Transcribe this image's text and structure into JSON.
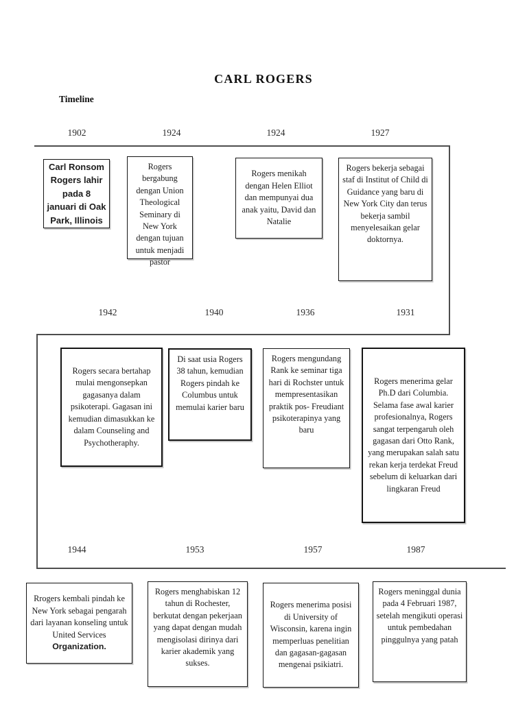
{
  "header": {
    "title": "CARL ROGERS",
    "subtitle": "Timeline"
  },
  "timeline": {
    "rows": [
      {
        "years": [
          "1902",
          "1924",
          "1924",
          "1927"
        ],
        "events": [
          {
            "text": "Carl Ronsom Rogers lahir pada 8 januari di Oak Park, Illinois"
          },
          {
            "text": "Rogers bergabung dengan Union Theological Seminary di New York dengan tujuan untuk menjadi pastor"
          },
          {
            "text": "Rogers menikah dengan Helen Elliot dan mempunyai dua anak yaitu, David dan Natalie"
          },
          {
            "text": "Rogers bekerja sebagai staf di Institut of Child di Guidance yang baru di New York City dan terus bekerja sambil menyelesaikan gelar doktornya."
          }
        ]
      },
      {
        "years": [
          "1942",
          "1940",
          "1936",
          "1931"
        ],
        "events": [
          {
            "text": "Rogers secara bertahap mulai mengonsepkan gagasanya dalam psikoterapi. Gagasan ini kemudian dimasukkan ke dalam Counseling and Psychotheraphy."
          },
          {
            "text": "Di saat usia Rogers 38 tahun, kemudian Rogers pindah ke Columbus untuk memulai karier baru"
          },
          {
            "text": "Rogers mengundang Rank ke seminar tiga hari di Rochster untuk mempresentasikan praktik pos- Freudiant psikoterapinya yang baru"
          },
          {
            "text": "Rogers menerima gelar Ph.D dari Columbia. Selama fase awal karier profesionalnya, Rogers sangat terpengaruh oleh gagasan dari Otto Rank, yang merupakan salah satu rekan kerja terdekat Freud sebelum di keluarkan dari lingkaran Freud"
          }
        ]
      },
      {
        "years": [
          "1944",
          "1953",
          "1957",
          "1987"
        ],
        "events": [
          {
            "text": "Rrogers kembali pindah ke New York sebagai pengarah dari layanan konseling untuk United Services ",
            "bold_text": "Organization."
          },
          {
            "text": "Rogers menghabiskan 12 tahun di Rochester, berkutat dengan pekerjaan yang dapat dengan mudah mengisolasi dirinya dari karier akademik yang sukses."
          },
          {
            "text": "Rogers menerima posisi di University of Wisconsin, karena ingin memperluas penelitian dan gagasan-gagasan mengenai psikiatri."
          },
          {
            "text": "Rogers meninggal dunia pada 4 Februari 1987, setelah mengikuti operasi untuk pembedahan pinggulnya yang patah"
          }
        ]
      }
    ]
  },
  "colors": {
    "line": "#4d4d4d",
    "box_border": "#141414",
    "text": "#1c1c1c",
    "background": "#ffffff"
  }
}
